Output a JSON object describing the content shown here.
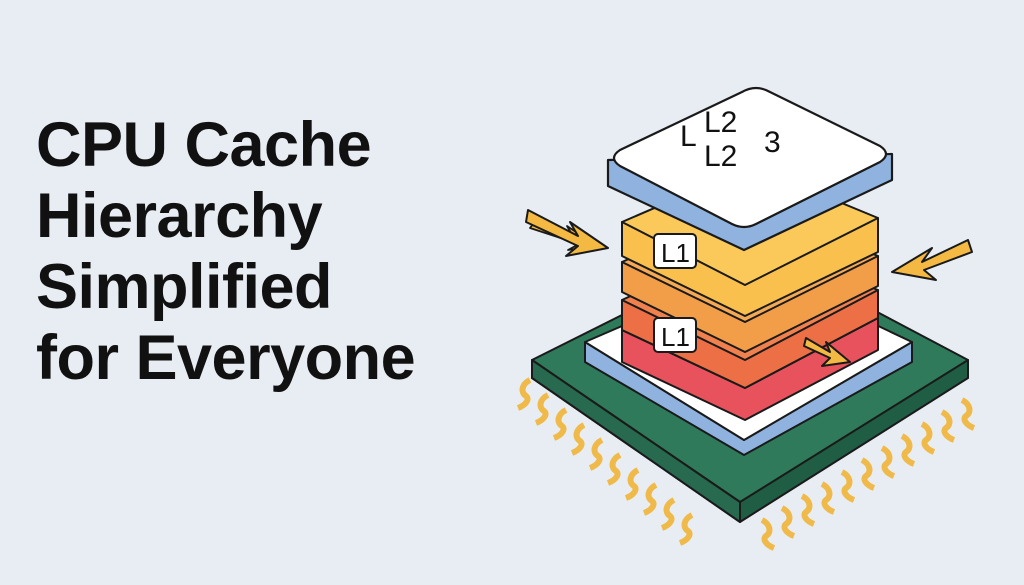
{
  "title": {
    "lines": [
      "CPU Cache",
      "Hierarchy",
      "Simplified",
      "for Everyone"
    ]
  },
  "diagram": {
    "top_label": {
      "left": "L",
      "upper": "L2",
      "lower": "L2",
      "superscript": "3"
    },
    "tag_upper": "L1",
    "tag_lower": "L1"
  },
  "colors": {
    "background": "#e8edf3",
    "text": "#111111",
    "board": "#2f7a5b",
    "pins": "#f0ba4a",
    "layer_top": "#ffffff",
    "layer_top_side": "#8fb3de",
    "layer_yellow": "#f9c04e",
    "layer_orange": "#f29d48",
    "layer_red_orange": "#ec6f45",
    "layer_pink": "#e8525d",
    "arrow": "#f4b942"
  }
}
